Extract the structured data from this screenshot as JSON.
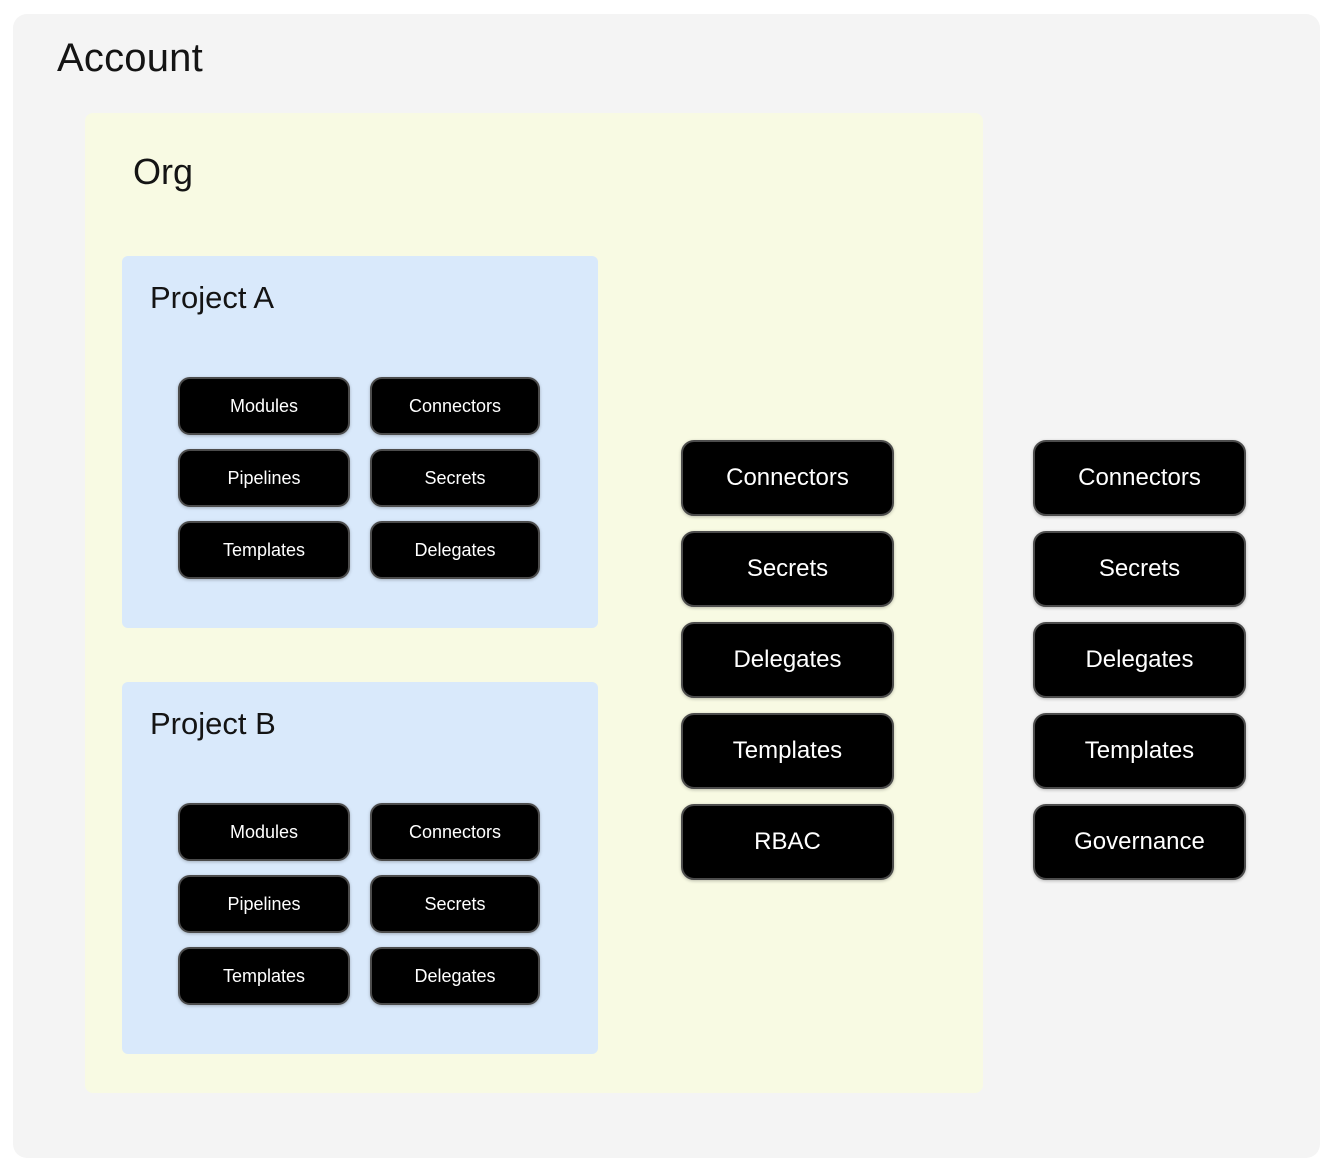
{
  "colors": {
    "page_bg": "#ffffff",
    "account_bg": "#f4f4f4",
    "org_bg": "#f8fae3",
    "project_bg": "#d9e9fb",
    "pill_bg": "#000000",
    "pill_border": "#4c4c4c",
    "pill_text": "#ffffff",
    "title_text": "#141414"
  },
  "account": {
    "title": "Account",
    "org": {
      "title": "Org",
      "projects": [
        {
          "title": "Project A",
          "pills": [
            "Modules",
            "Connectors",
            "Pipelines",
            "Secrets",
            "Templates",
            "Delegates"
          ]
        },
        {
          "title": "Project B",
          "pills": [
            "Modules",
            "Connectors",
            "Pipelines",
            "Secrets",
            "Templates",
            "Delegates"
          ]
        }
      ],
      "pills": [
        "Connectors",
        "Secrets",
        "Delegates",
        "Templates",
        "RBAC"
      ]
    },
    "pills": [
      "Connectors",
      "Secrets",
      "Delegates",
      "Templates",
      "Governance"
    ]
  }
}
